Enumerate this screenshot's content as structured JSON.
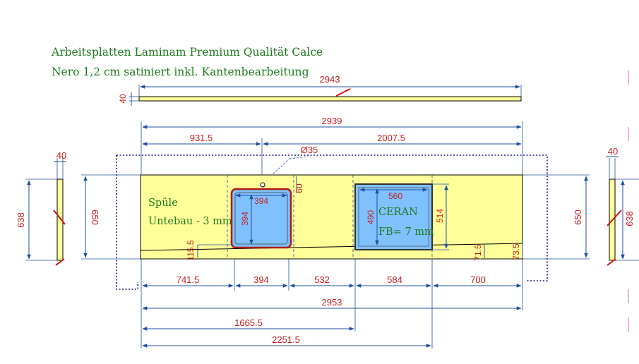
{
  "title": {
    "line1": "Arbeitsplatten Laminam Premium Qualität Calce",
    "line2": "Nero 1,2 cm satiniert inkl. Kantenbearbeitung"
  },
  "labels": {
    "sink": "Spüle",
    "sink_mount": "Untebau - 3 mm",
    "hob": "CERAN",
    "hob_flush": "FB= 7 mm"
  },
  "dimensions": {
    "strip_length": "2943",
    "strip_depth": "40",
    "total_top": "2939",
    "to_tap": "931.5",
    "tap_to_end": "2007.5",
    "tap_hole": "Ø35",
    "left_side_width": "40",
    "left_side_height": "638",
    "plate_depth_left": "650",
    "sink_width": "394",
    "sink_depth": "394",
    "sink_offset": "60",
    "sink_front_edge": "115.5",
    "hob_width": "560",
    "hob_depth": "490",
    "hob_outer_depth": "514",
    "hob_front_a": "71.5",
    "hob_front_b": "73.5",
    "plate_depth_right": "650",
    "right_side_width": "40",
    "right_side_height": "638",
    "seg1": "741.5",
    "seg2": "394",
    "seg3": "532",
    "seg4": "584",
    "seg5": "700",
    "total_bottom": "2953",
    "to_sink_end": "1665.5",
    "to_hob_end": "2251.5"
  }
}
